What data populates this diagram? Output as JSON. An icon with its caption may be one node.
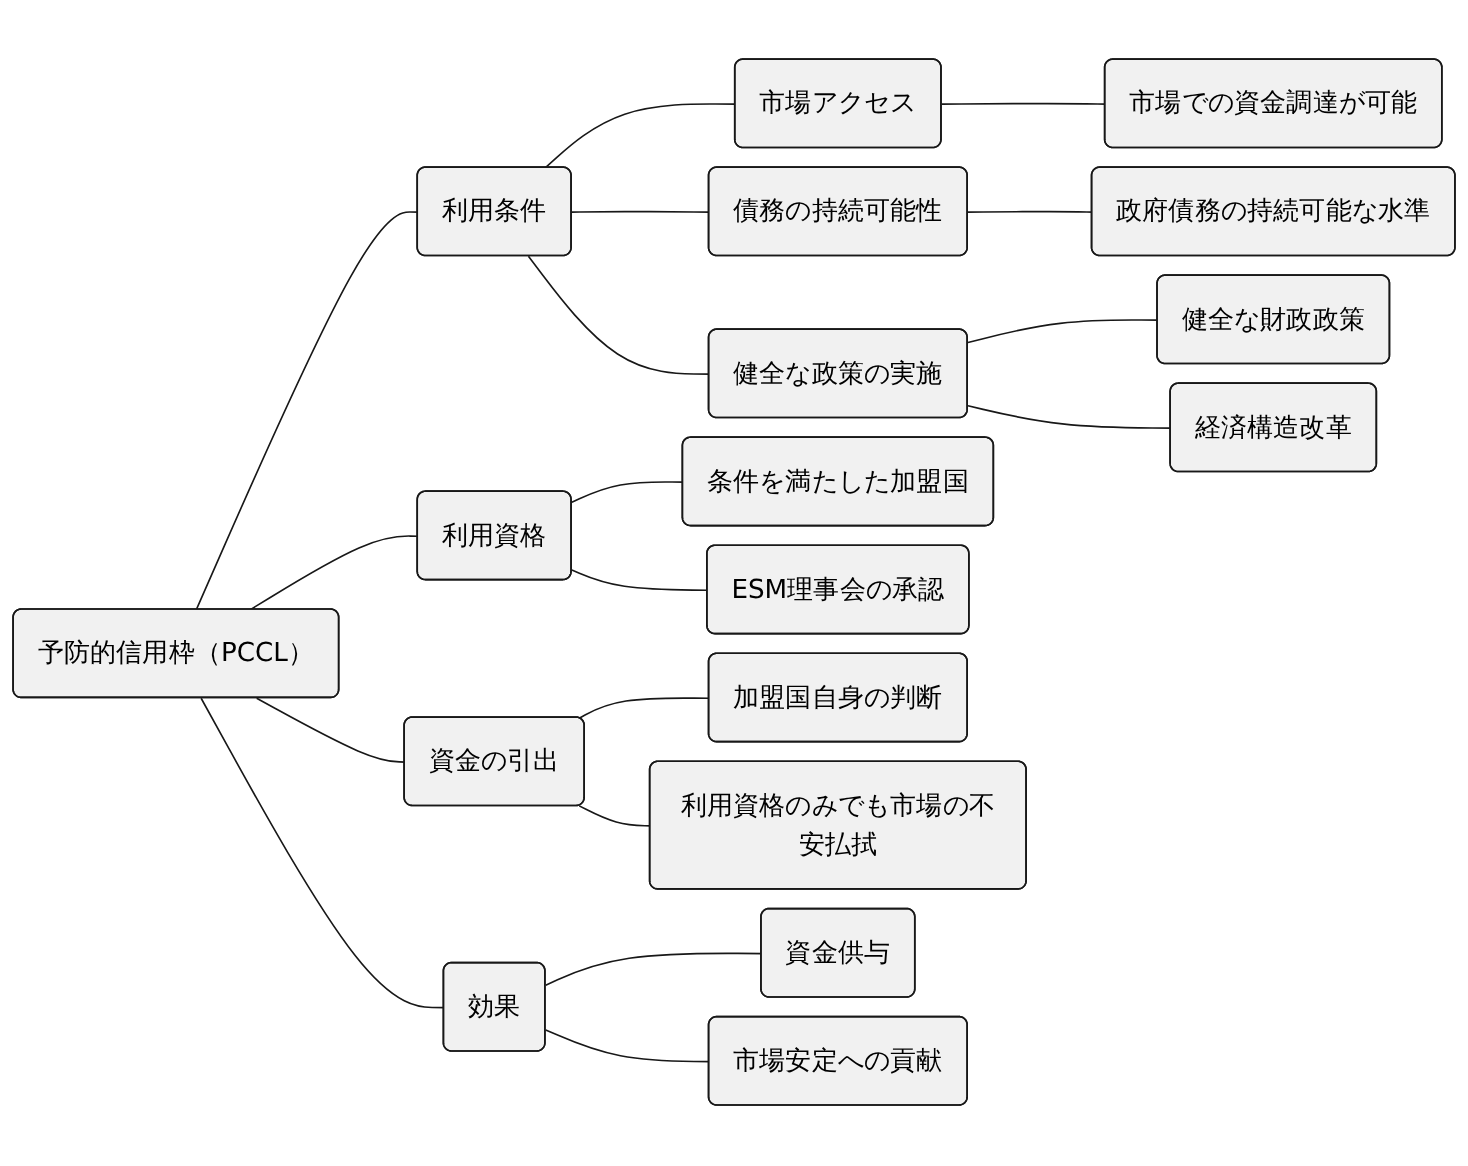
{
  "diagram": {
    "nodes": [
      {
        "text": [
          "予防的信用枠（PCCL）"
        ]
      },
      {
        "text": [
          "利用条件"
        ]
      },
      {
        "text": [
          "市場アクセス"
        ]
      },
      {
        "text": [
          "市場での資金調達が可能"
        ]
      },
      {
        "text": [
          "債務の持続可能性"
        ]
      },
      {
        "text": [
          "政府債務の持続可能な水準"
        ]
      },
      {
        "text": [
          "健全な政策の実施"
        ]
      },
      {
        "text": [
          "健全な財政政策"
        ]
      },
      {
        "text": [
          "経済構造改革"
        ]
      },
      {
        "text": [
          "利用資格"
        ]
      },
      {
        "text": [
          "条件を満たした加盟国"
        ]
      },
      {
        "text": [
          "ESM理事会の承認"
        ]
      },
      {
        "text": [
          "資金の引出"
        ]
      },
      {
        "text": [
          "加盟国自身の判断"
        ]
      },
      {
        "text": [
          "利用資格のみでも市場の不安払拭"
        ]
      },
      {
        "text": [
          "効果"
        ]
      },
      {
        "text": [
          "資金供与"
        ]
      },
      {
        "text": [
          "市場安定への貢献"
        ]
      }
    ],
    "edges": [
      {
        "from": 0,
        "to": 1,
        "arrow": "none"
      },
      {
        "from": 1,
        "to": 2,
        "arrow": "none"
      },
      {
        "from": 2,
        "to": 3,
        "arrow": "none"
      },
      {
        "from": 1,
        "to": 4,
        "arrow": "none"
      },
      {
        "from": 4,
        "to": 5,
        "arrow": "none"
      },
      {
        "from": 1,
        "to": 6,
        "arrow": "none"
      },
      {
        "from": 6,
        "to": 7,
        "arrow": "none"
      },
      {
        "from": 6,
        "to": 8,
        "arrow": "none"
      },
      {
        "from": 0,
        "to": 9,
        "arrow": "none"
      },
      {
        "from": 9,
        "to": 10,
        "arrow": "none"
      },
      {
        "from": 9,
        "to": 11,
        "arrow": "none"
      },
      {
        "from": 0,
        "to": 12,
        "arrow": "none"
      },
      {
        "from": 12,
        "to": 13,
        "arrow": "none"
      },
      {
        "from": 12,
        "to": 14,
        "arrow": "none"
      },
      {
        "from": 0,
        "to": 15,
        "arrow": "none"
      },
      {
        "from": 15,
        "to": 16,
        "arrow": "none"
      },
      {
        "from": 15,
        "to": 17,
        "arrow": "none"
      }
    ]
  }
}
